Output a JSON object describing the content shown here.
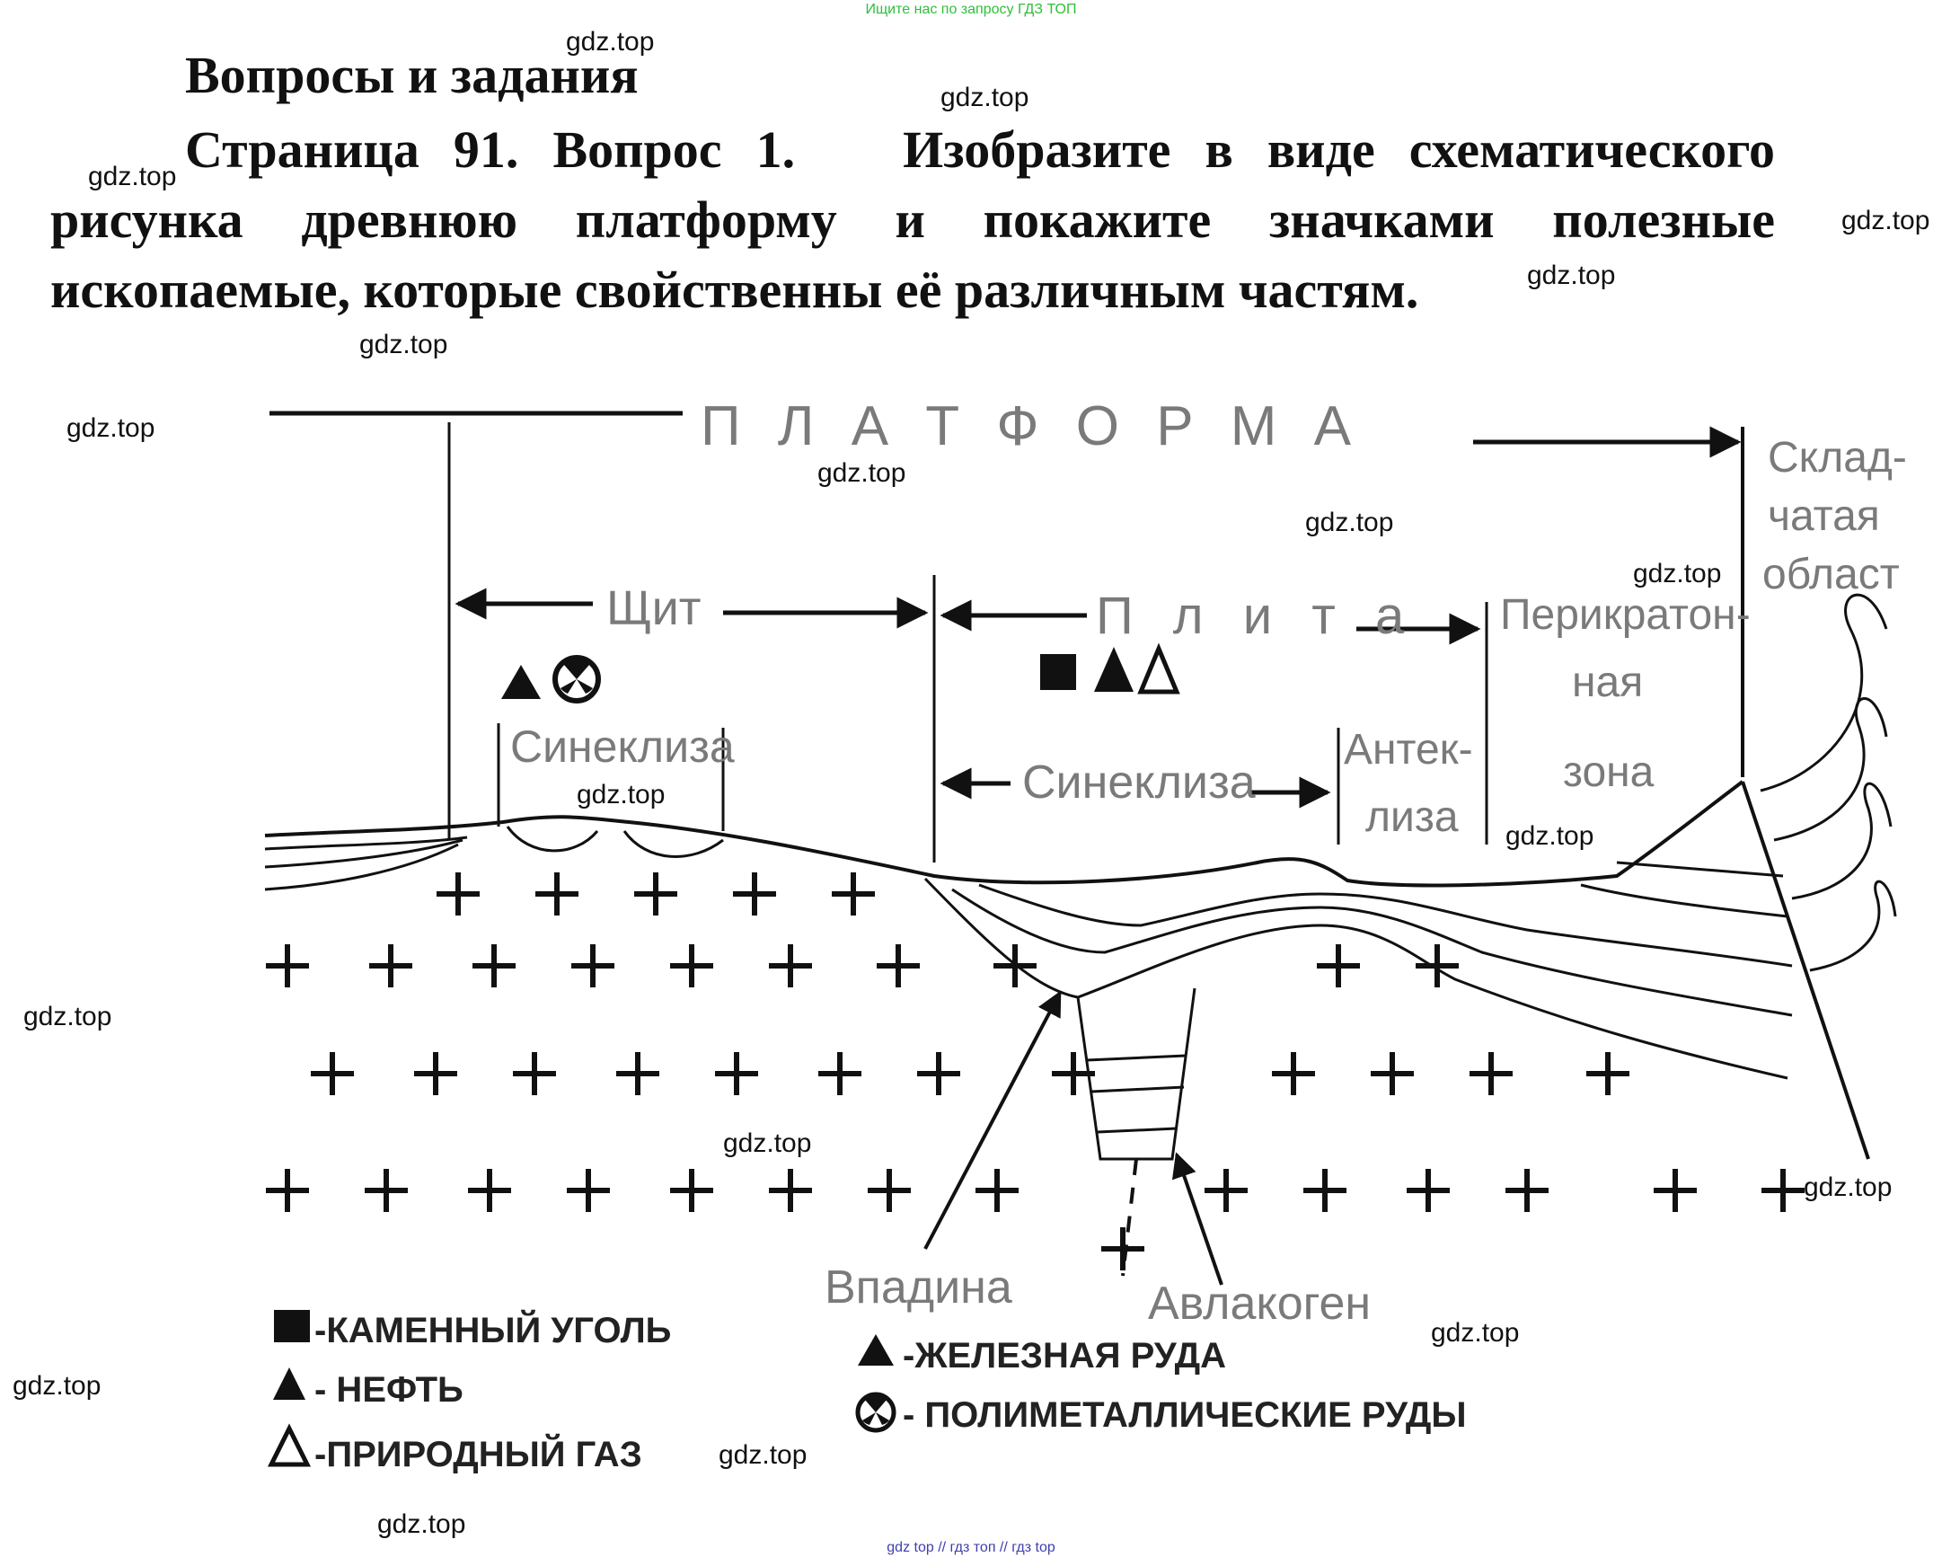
{
  "banner_top": "Ищите нас по запросу ГДЗ ТОП",
  "banner_bottom": "gdz top  //  гдз топ  //  гдз top",
  "heading": "Вопросы и задания",
  "question": {
    "number": "Страница 91. Вопрос 1.",
    "text": "Изобразите в виде схематического рисунка древнюю платформу и покажите значками полезные ископаемые, которые свойственны её различным частям."
  },
  "watermark": "gdz.top",
  "diagram": {
    "platform": "П Л А Т Ф О Р М А",
    "folded_area": [
      "Склад-",
      "чатая",
      "област"
    ],
    "shield": "Щит",
    "plate": "П л и т а",
    "pericratonic_zone": [
      "Перикратон-",
      "ная",
      "зона"
    ],
    "syneclise_shield": "Синеклиза",
    "syneclise_plate": "Синеклиза",
    "anteclise": [
      "Антек-",
      "лиза"
    ],
    "depression": "Впадина",
    "aulacogen": "Авлакоген"
  },
  "legend": {
    "coal": "-КАМЕННЫЙ УГОЛЬ",
    "oil": "- НЕФТЬ",
    "gas": "-ПРИРОДНЫЙ ГАЗ",
    "iron": "-ЖЕЛЕЗНАЯ РУДА",
    "polymetal": "- ПОЛИМЕТАЛЛИЧЕСКИЕ РУДЫ"
  },
  "icons": {
    "coal": "filled-square-icon",
    "oil": "filled-triangle-icon",
    "gas": "outline-triangle-icon",
    "iron": "filled-triangle-icon",
    "polymetal": "radiation-circle-icon"
  }
}
